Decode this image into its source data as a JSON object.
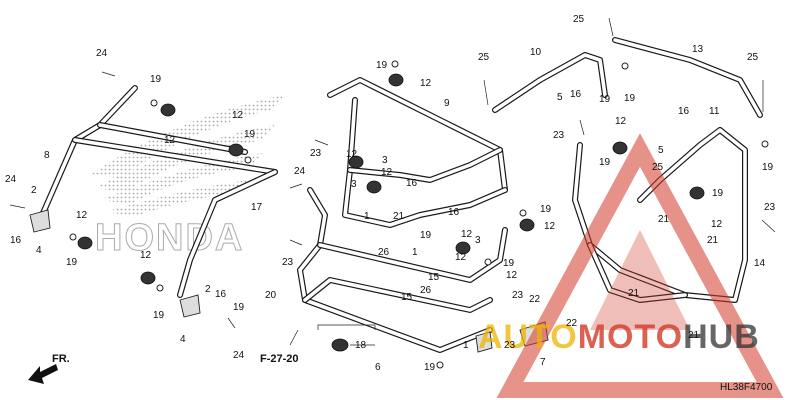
{
  "diagram": {
    "code": "HL38F4700",
    "ref_label": "F-27-20",
    "front_label": "FR.",
    "watermark_text": "HONDA",
    "brand_watermark": "AUTOMOTOHUB",
    "brand_colors": {
      "auto": "#f0b400",
      "moto": "#d23a2a",
      "hub": "#222222"
    },
    "callouts": [
      {
        "id": "c25a",
        "text": "25"
      },
      {
        "id": "c13",
        "text": "13"
      },
      {
        "id": "c10",
        "text": "10"
      },
      {
        "id": "c25b",
        "text": "25"
      },
      {
        "id": "c25c",
        "text": "25"
      },
      {
        "id": "c24a",
        "text": "24"
      },
      {
        "id": "c19a",
        "text": "19"
      },
      {
        "id": "c19b",
        "text": "19"
      },
      {
        "id": "c12a",
        "text": "12"
      },
      {
        "id": "c9",
        "text": "9"
      },
      {
        "id": "c5a",
        "text": "5"
      },
      {
        "id": "c16a",
        "text": "16"
      },
      {
        "id": "c19c",
        "text": "19"
      },
      {
        "id": "c19d",
        "text": "19"
      },
      {
        "id": "c12b",
        "text": "12"
      },
      {
        "id": "c12c",
        "text": "12"
      },
      {
        "id": "c19e",
        "text": "19"
      },
      {
        "id": "c8",
        "text": "8"
      },
      {
        "id": "c16b",
        "text": "16"
      },
      {
        "id": "c11",
        "text": "11"
      },
      {
        "id": "c23a",
        "text": "23"
      },
      {
        "id": "c12d",
        "text": "12"
      },
      {
        "id": "c5b",
        "text": "5"
      },
      {
        "id": "c23b",
        "text": "23"
      },
      {
        "id": "c12e",
        "text": "12"
      },
      {
        "id": "c3a",
        "text": "3"
      },
      {
        "id": "c12f",
        "text": "12"
      },
      {
        "id": "c19f",
        "text": "19"
      },
      {
        "id": "c25d",
        "text": "25"
      },
      {
        "id": "c24b",
        "text": "24"
      },
      {
        "id": "c19g",
        "text": "19"
      },
      {
        "id": "c24c",
        "text": "24"
      },
      {
        "id": "c3b",
        "text": "3"
      },
      {
        "id": "c16c",
        "text": "16"
      },
      {
        "id": "c2a",
        "text": "2"
      },
      {
        "id": "c16d",
        "text": "16"
      },
      {
        "id": "c19h",
        "text": "19"
      },
      {
        "id": "c19i",
        "text": "19"
      },
      {
        "id": "c17",
        "text": "17"
      },
      {
        "id": "c23c",
        "text": "23"
      },
      {
        "id": "c1a",
        "text": "1"
      },
      {
        "id": "c21a",
        "text": "21"
      },
      {
        "id": "c12g",
        "text": "12"
      },
      {
        "id": "c21b",
        "text": "21"
      },
      {
        "id": "c12h",
        "text": "12"
      },
      {
        "id": "c16e",
        "text": "16"
      },
      {
        "id": "c4a",
        "text": "4"
      },
      {
        "id": "c12i",
        "text": "12"
      },
      {
        "id": "c19j",
        "text": "19"
      },
      {
        "id": "c3c",
        "text": "3"
      },
      {
        "id": "c19k",
        "text": "19"
      },
      {
        "id": "c12j",
        "text": "12"
      },
      {
        "id": "c21c",
        "text": "21"
      },
      {
        "id": "c12k",
        "text": "12"
      },
      {
        "id": "c23d",
        "text": "23"
      },
      {
        "id": "c26a",
        "text": "26"
      },
      {
        "id": "c1b",
        "text": "1"
      },
      {
        "id": "c12l",
        "text": "12"
      },
      {
        "id": "c19l",
        "text": "19"
      },
      {
        "id": "c14",
        "text": "14"
      },
      {
        "id": "c12m",
        "text": "12"
      },
      {
        "id": "c15a",
        "text": "15"
      },
      {
        "id": "c23e",
        "text": "23"
      },
      {
        "id": "c21d",
        "text": "21"
      },
      {
        "id": "c20",
        "text": "20"
      },
      {
        "id": "c2b",
        "text": "2"
      },
      {
        "id": "c26b",
        "text": "26"
      },
      {
        "id": "c16f",
        "text": "16"
      },
      {
        "id": "c15b",
        "text": "15"
      },
      {
        "id": "c22a",
        "text": "22"
      },
      {
        "id": "c19m",
        "text": "19"
      },
      {
        "id": "c4b",
        "text": "4"
      },
      {
        "id": "c19n",
        "text": "19"
      },
      {
        "id": "c22b",
        "text": "22"
      },
      {
        "id": "c21e",
        "text": "21"
      },
      {
        "id": "c18",
        "text": "18"
      },
      {
        "id": "c23f",
        "text": "23"
      },
      {
        "id": "c24d",
        "text": "24"
      },
      {
        "id": "c6",
        "text": "6"
      },
      {
        "id": "c19o",
        "text": "19"
      },
      {
        "id": "c7",
        "text": "7"
      },
      {
        "id": "c1c",
        "text": "1"
      }
    ]
  }
}
